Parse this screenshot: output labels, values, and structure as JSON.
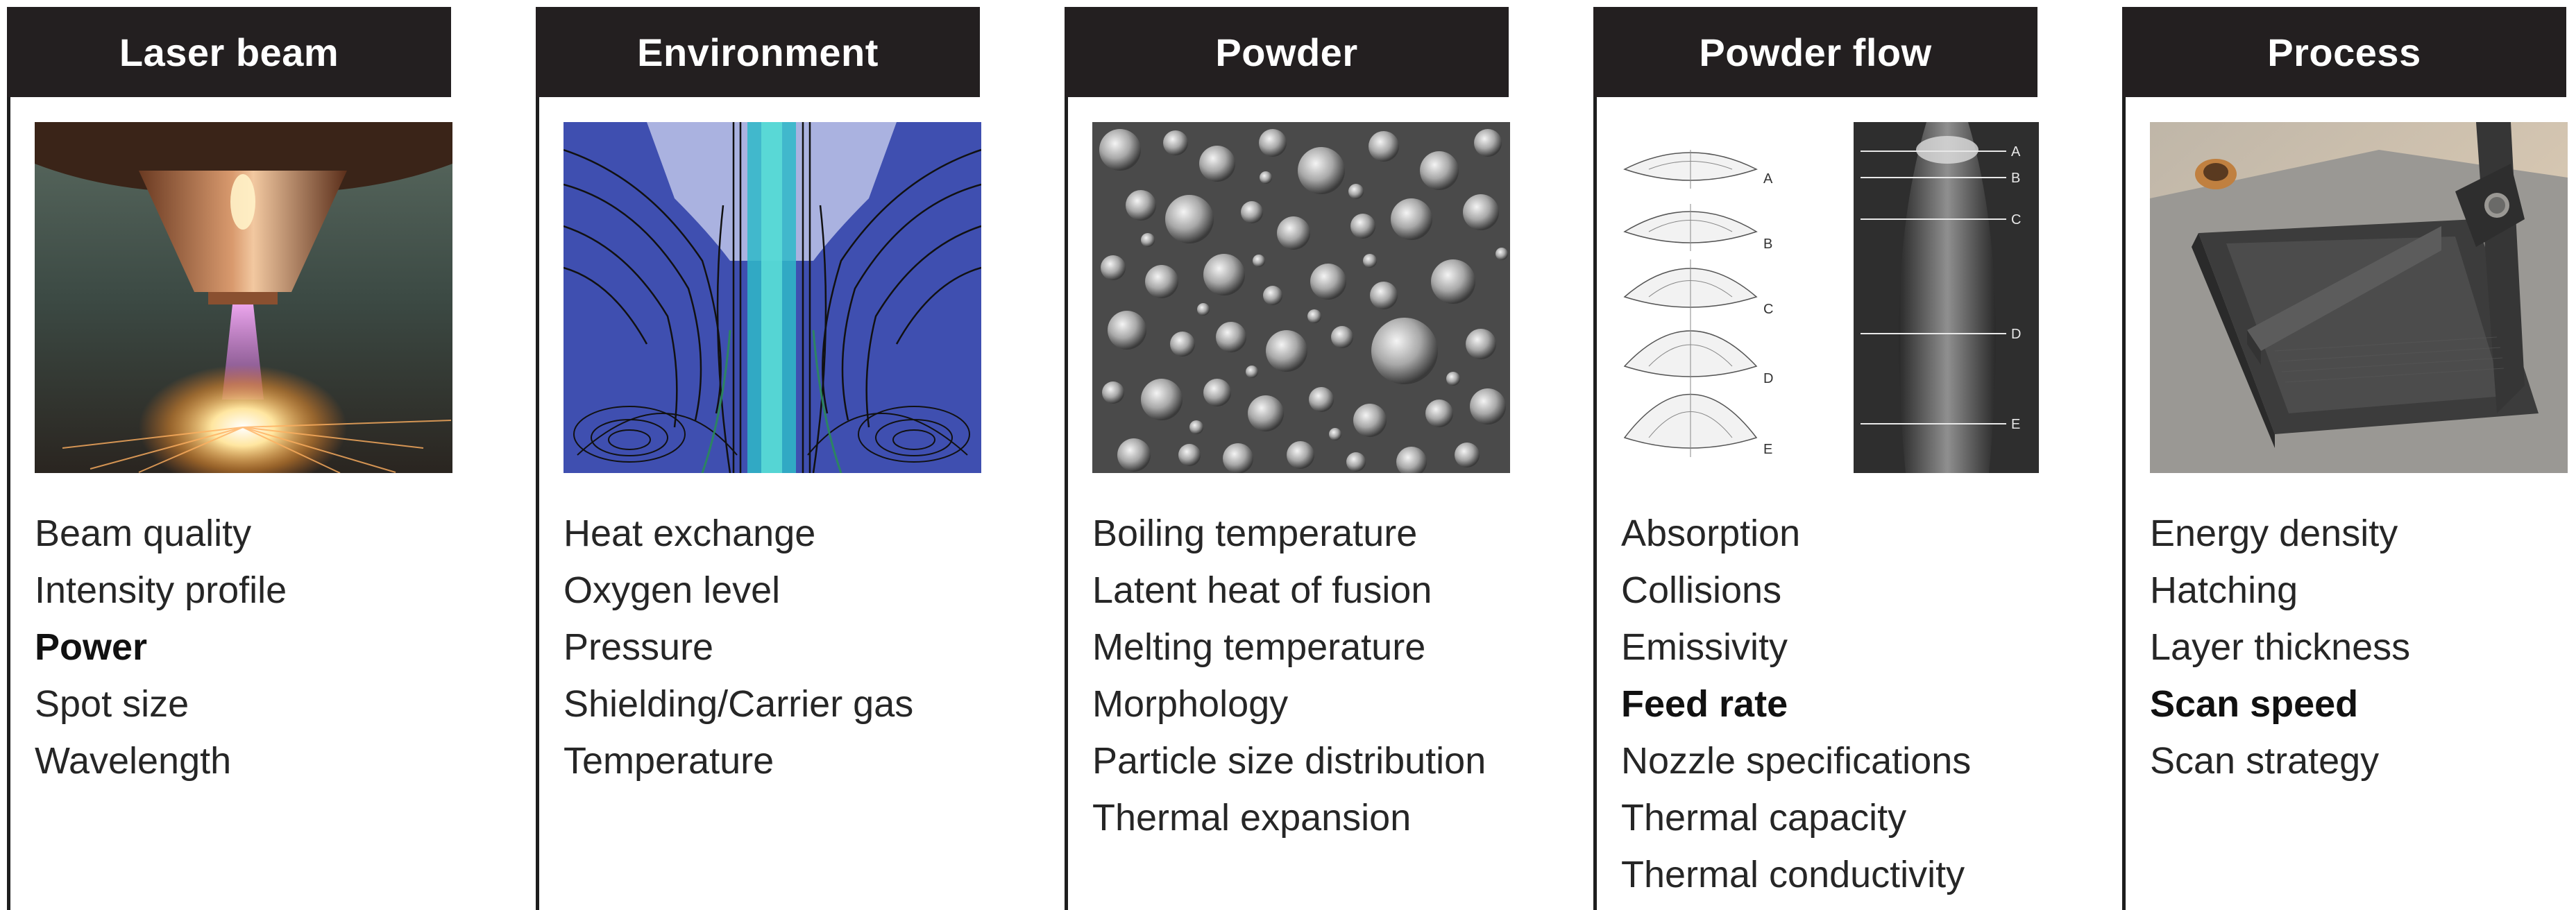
{
  "columns": [
    {
      "title": "Laser beam",
      "image": "laser-nozzle-photo",
      "items": [
        {
          "label": "Beam quality",
          "bold": false
        },
        {
          "label": "Intensity profile",
          "bold": false
        },
        {
          "label": "Power",
          "bold": true
        },
        {
          "label": "Spot size",
          "bold": false
        },
        {
          "label": "Wavelength",
          "bold": false
        }
      ]
    },
    {
      "title": "Environment",
      "image": "gas-flow-simulation",
      "items": [
        {
          "label": "Heat exchange",
          "bold": false
        },
        {
          "label": "Oxygen level",
          "bold": false
        },
        {
          "label": "Pressure",
          "bold": false
        },
        {
          "label": "Shielding/Carrier gas",
          "bold": false
        },
        {
          "label": "Temperature",
          "bold": false
        }
      ]
    },
    {
      "title": "Powder",
      "image": "powder-micrograph",
      "items": [
        {
          "label": "Boiling temperature",
          "bold": false
        },
        {
          "label": "Latent heat of fusion",
          "bold": false
        },
        {
          "label": "Melting temperature",
          "bold": false
        },
        {
          "label": "Morphology",
          "bold": false
        },
        {
          "label": "Particle size distribution",
          "bold": false
        },
        {
          "label": "Thermal expansion",
          "bold": false
        }
      ]
    },
    {
      "title": "Powder flow",
      "image": "powder-stream-profiles",
      "profile_labels": [
        "A",
        "B",
        "C",
        "D",
        "E"
      ],
      "items": [
        {
          "label": "Absorption",
          "bold": false
        },
        {
          "label": "Collisions",
          "bold": false
        },
        {
          "label": "Emissivity",
          "bold": false
        },
        {
          "label": "Feed rate",
          "bold": true
        },
        {
          "label": "Nozzle specifications",
          "bold": false
        },
        {
          "label": "Thermal capacity",
          "bold": false
        },
        {
          "label": "Thermal conductivity",
          "bold": false
        }
      ]
    },
    {
      "title": "Process",
      "image": "printed-part-photo",
      "items": [
        {
          "label": "Energy density",
          "bold": false
        },
        {
          "label": "Hatching",
          "bold": false
        },
        {
          "label": "Layer thickness",
          "bold": false
        },
        {
          "label": "Scan speed",
          "bold": true
        },
        {
          "label": "Scan strategy",
          "bold": false
        }
      ]
    }
  ],
  "colors": {
    "header_bg": "#231f20",
    "header_text": "#ffffff",
    "text": "#262626",
    "flow_background": "#3f4fb0"
  }
}
